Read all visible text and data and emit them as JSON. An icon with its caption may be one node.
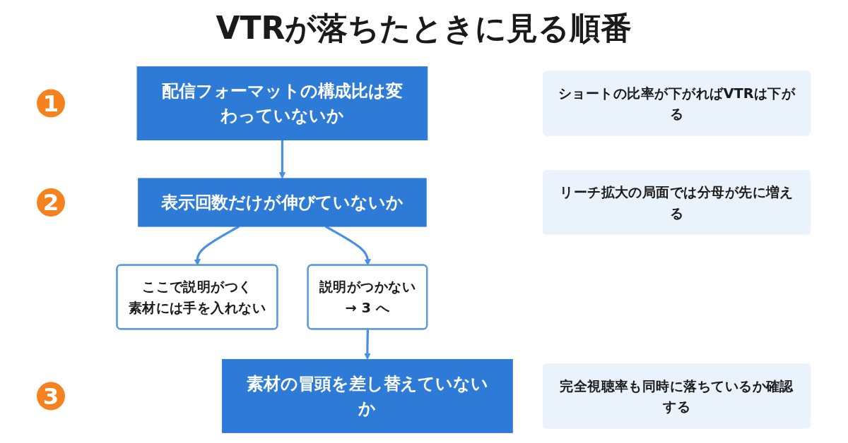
{
  "diagram": {
    "title": "VTRが落ちたときに見る順番",
    "nodes": [
      {
        "text": [
          "1"
        ]
      },
      {
        "text": [
          "配信フォーマットの構成比は変わっていないか"
        ]
      },
      {
        "text": [
          "ショートの比率が下がればVTRは下がる"
        ]
      },
      {
        "text": [
          "2"
        ]
      },
      {
        "text": [
          "表示回数だけが伸びていないか"
        ]
      },
      {
        "text": [
          "リーチ拡大の局面では分母が先に増える"
        ]
      },
      {
        "text": [
          "ここで説明がつく",
          "素材には手を入れない"
        ]
      },
      {
        "text": [
          "説明がつかない",
          "→ 3 へ"
        ]
      },
      {
        "text": [
          "3"
        ]
      },
      {
        "text": [
          "素材の冒頭を差し替えていないか"
        ]
      },
      {
        "text": [
          "完全視聴率も同時に落ちているか確認する"
        ]
      }
    ],
    "edges": [
      {
        "from": 1,
        "to": 4,
        "arrow": "to"
      },
      {
        "from": 4,
        "to": 6,
        "arrow": "to"
      },
      {
        "from": 4,
        "to": 7,
        "arrow": "to"
      },
      {
        "from": 7,
        "to": 9,
        "arrow": "to"
      }
    ]
  }
}
